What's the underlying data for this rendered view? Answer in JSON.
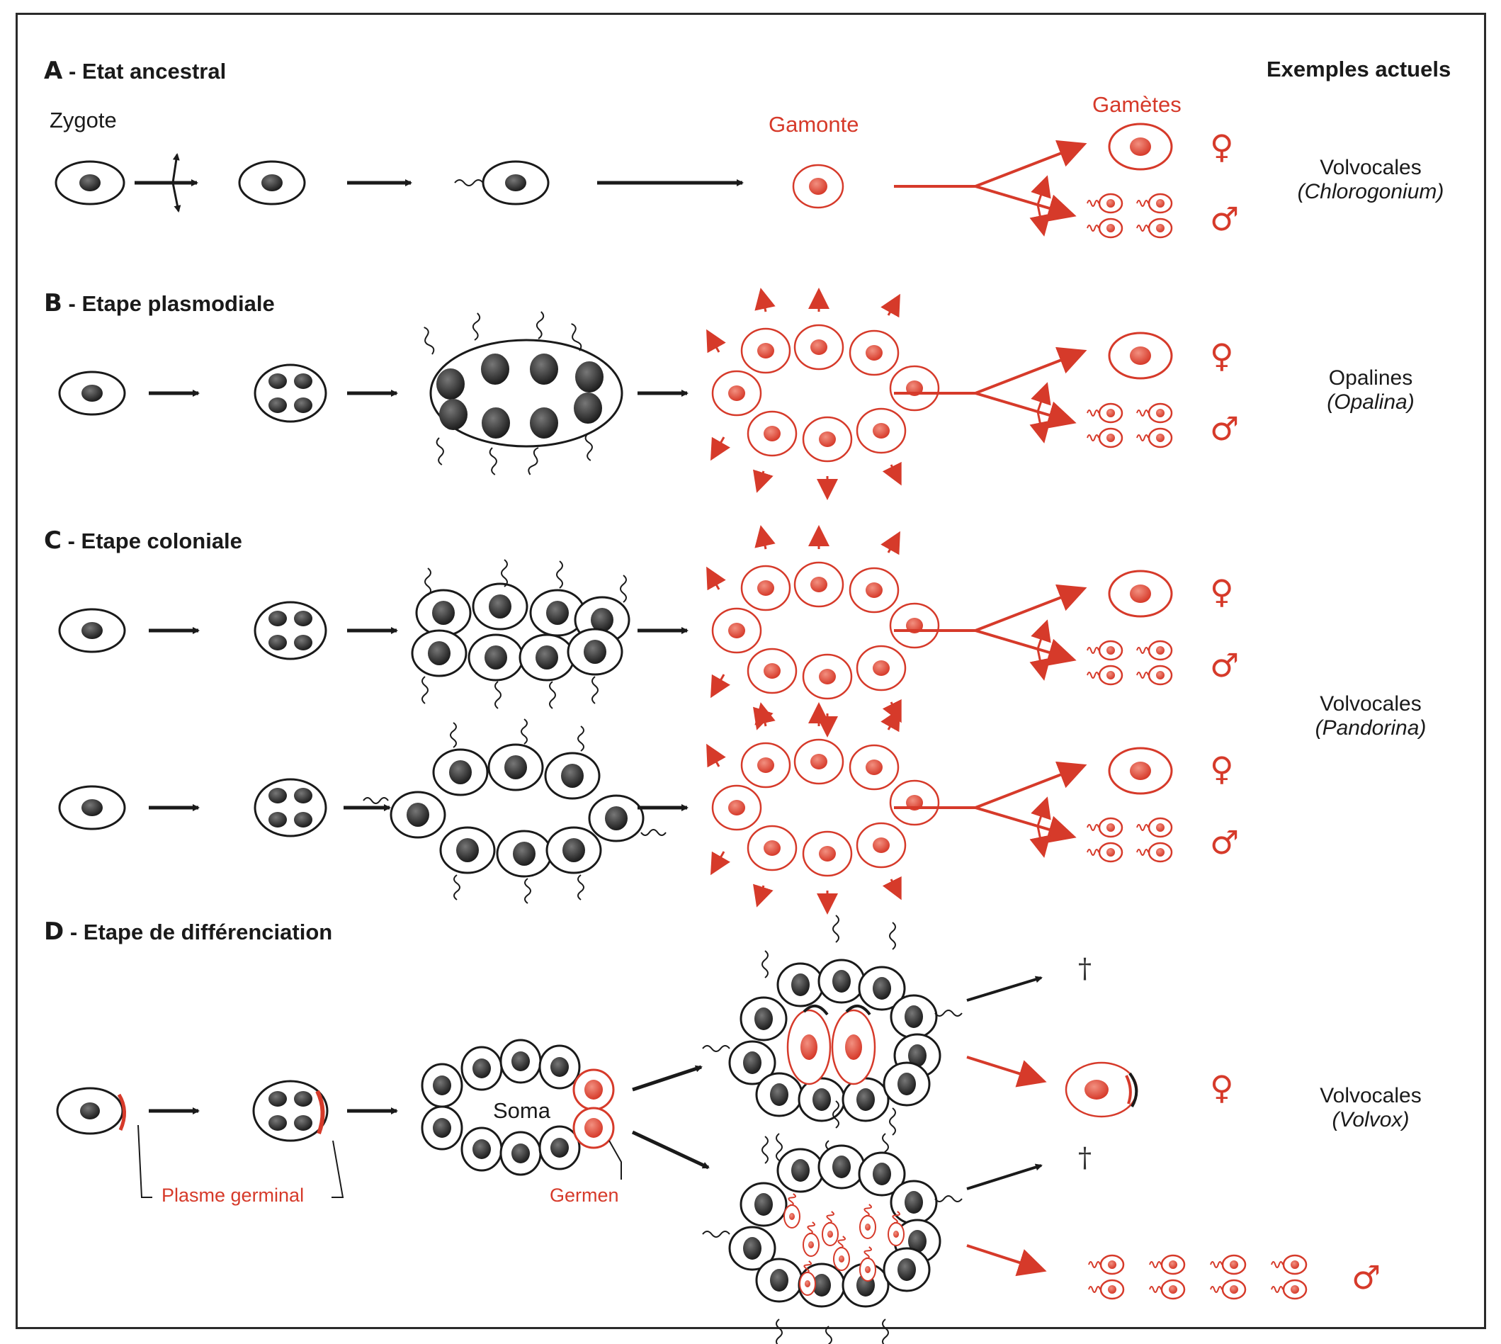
{
  "figure": {
    "column_header": "Exemples actuels",
    "colors": {
      "black": "#1a1a1a",
      "red": "#d63a2a",
      "nucleus": "#333333"
    },
    "sections": [
      {
        "letter": "A",
        "title": "- Etat ancestral",
        "labels": {
          "zygote": "Zygote",
          "gamonte": "Gamonte",
          "gametes": "Gamètes"
        },
        "example": {
          "group": "Volvocales",
          "genus": "(Chlorogonium)"
        }
      },
      {
        "letter": "B",
        "title": "- Etape plasmodiale",
        "example": {
          "group": "Opalines",
          "genus": "(Opalina)"
        }
      },
      {
        "letter": "C",
        "title": "- Etape coloniale",
        "example": {
          "group": "Volvocales",
          "genus": "(Pandorina)"
        }
      },
      {
        "letter": "D",
        "title": "- Etape de différenciation",
        "labels": {
          "soma": "Soma",
          "plasme_germinal": "Plasme germinal",
          "germen": "Germen"
        },
        "example": {
          "group": "Volvocales",
          "genus": "(Volvox)"
        }
      }
    ],
    "symbols": {
      "female": "♀",
      "male": "♂",
      "death": "†"
    }
  }
}
